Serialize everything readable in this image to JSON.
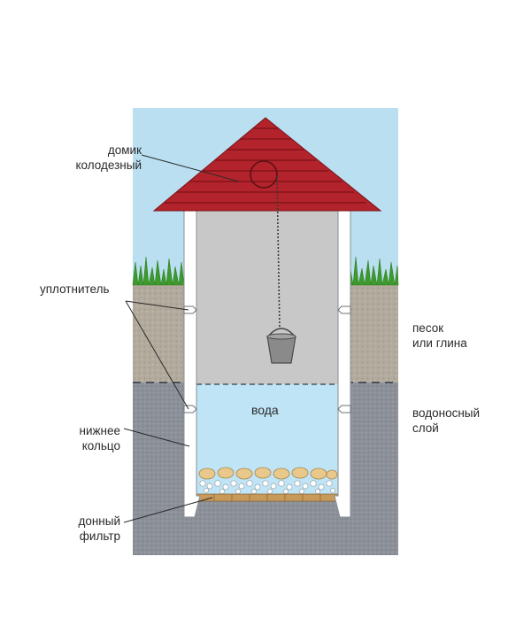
{
  "labels": {
    "roof": [
      "домик",
      "колодезный"
    ],
    "sealant": "уплотнитель",
    "soil": [
      "песок",
      "или глина"
    ],
    "aquifer": [
      "водоносный",
      "слой"
    ],
    "lower_ring": [
      "нижнее",
      "кольцо"
    ],
    "bottom_filter": [
      "донный",
      "фильтр"
    ],
    "water": "вода"
  },
  "colors": {
    "sky": "#b9dff0",
    "roof": "#b3232b",
    "roof_lines": "#7a1218",
    "soil_upper": "#b2aa9d",
    "soil_lower": "#8c9199",
    "shaft_air": "#c8c8c8",
    "water": "#bfe4f5",
    "wall": "#ffffff",
    "grass": "#3f9a2c",
    "gravel_big": "#e8c98b",
    "filter_base": "#c79a5a"
  }
}
